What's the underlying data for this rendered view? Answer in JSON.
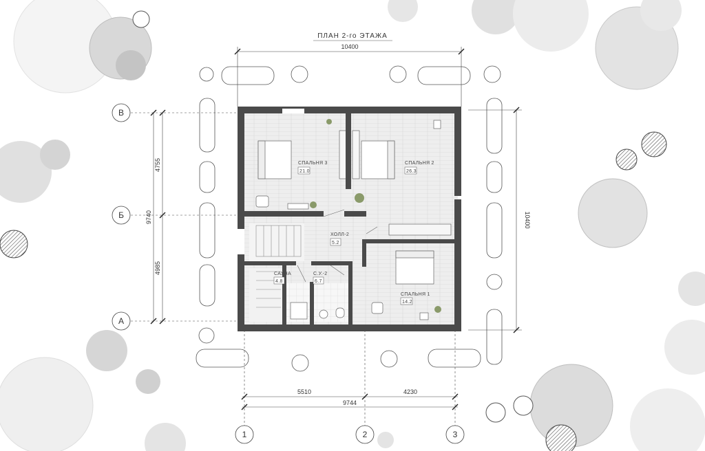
{
  "title": "ПЛАН 2-го ЭТАЖА",
  "dimensions": {
    "top_total": "10400",
    "right_total": "10400",
    "left_total": "9740",
    "left_upper": "4755",
    "left_lower": "4985",
    "bottom_left": "5510",
    "bottom_right": "4230",
    "bottom_total": "9744"
  },
  "axes": {
    "rows": [
      "В",
      "Б",
      "А"
    ],
    "cols": [
      "1",
      "2",
      "3"
    ]
  },
  "rooms": [
    {
      "name": "СПАЛЬНЯ 3",
      "area": "21.0"
    },
    {
      "name": "СПАЛЬНЯ 2",
      "area": "26.3"
    },
    {
      "name": "ХОЛЛ-2",
      "area": "5.2"
    },
    {
      "name": "САУНА",
      "area": "4.8"
    },
    {
      "name": "С.У.-2",
      "area": "6.7"
    },
    {
      "name": "СПАЛЬНЯ 1",
      "area": "14.2"
    }
  ],
  "colors": {
    "wall": "#4a4a4a",
    "floor": "#ececec",
    "tree_dark": "#9a9a9a",
    "tree_light": "#d9d9d9"
  }
}
